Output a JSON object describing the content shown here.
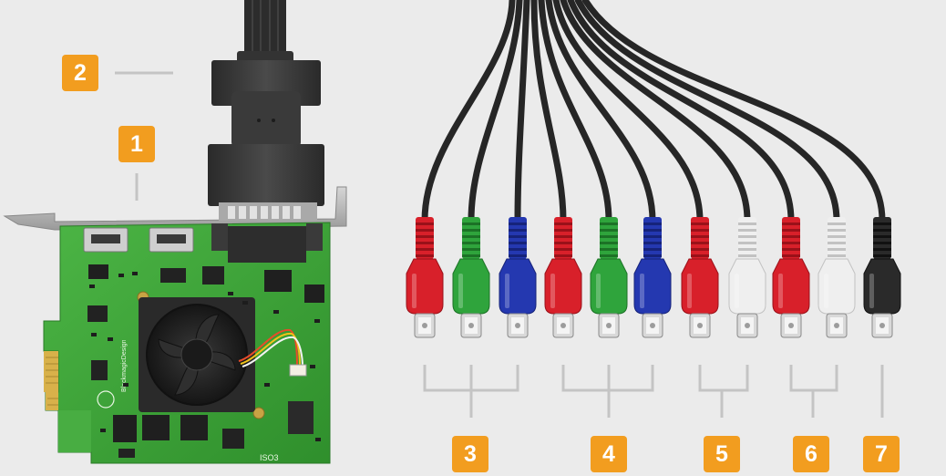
{
  "callouts": [
    {
      "number": "1"
    },
    {
      "number": "2"
    },
    {
      "number": "3"
    },
    {
      "number": "4"
    },
    {
      "number": "5"
    },
    {
      "number": "6"
    },
    {
      "number": "7"
    }
  ],
  "board": {
    "silkscreen_brand": "BlackmagicDesign",
    "silkscreen_code": "ISO3"
  },
  "connectors": [
    {
      "color": "red"
    },
    {
      "color": "green"
    },
    {
      "color": "blue"
    },
    {
      "color": "red"
    },
    {
      "color": "green"
    },
    {
      "color": "blue"
    },
    {
      "color": "red"
    },
    {
      "color": "white"
    },
    {
      "color": "red"
    },
    {
      "color": "white"
    },
    {
      "color": "black"
    }
  ],
  "colors": {
    "accent": "#f29d1f",
    "background": "#ebebeb",
    "bracket_lines": "#c4c4c4",
    "pcb": "#3fa83a",
    "red": "#d8202a",
    "green": "#2fa43c",
    "blue": "#2438b0",
    "white": "#efefef",
    "black": "#2a2a2a"
  }
}
